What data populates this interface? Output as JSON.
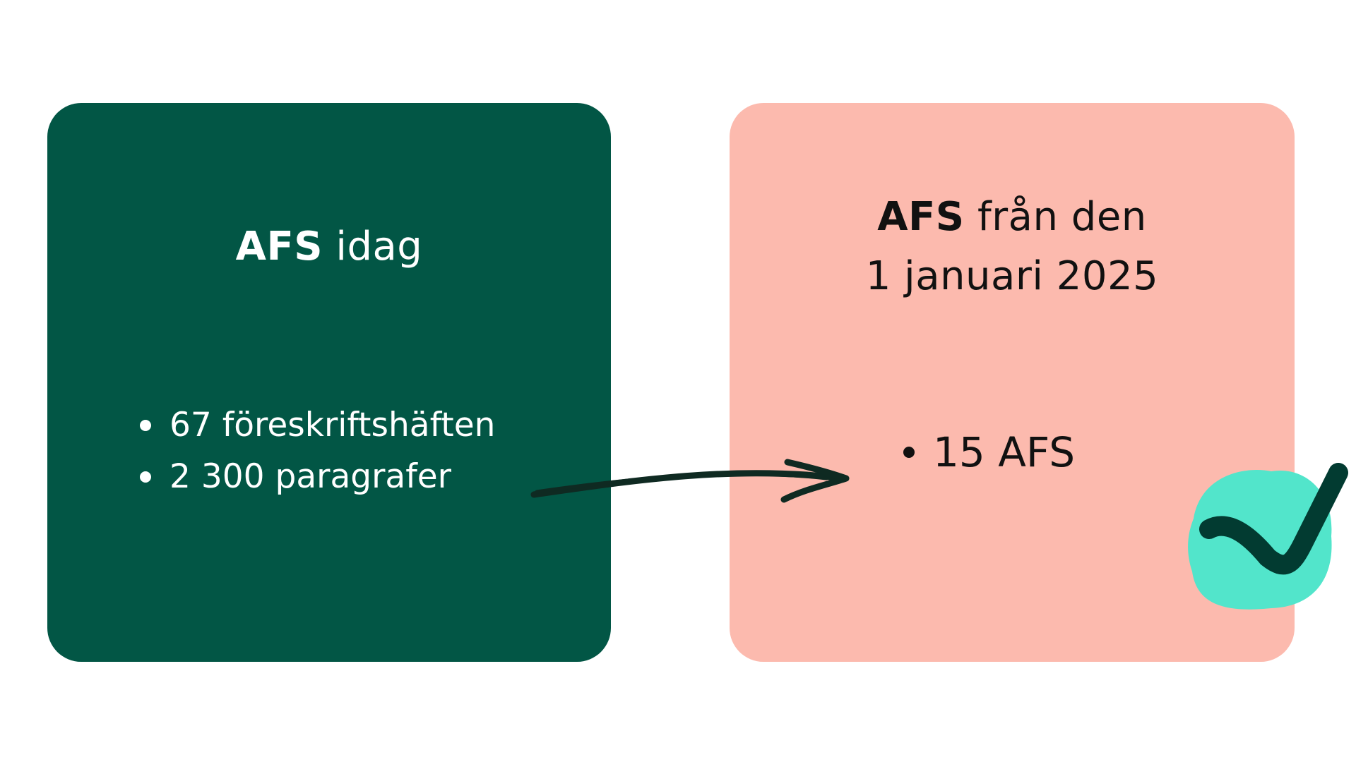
{
  "colors": {
    "left_card": "#025645",
    "right_card": "#FCBAAE",
    "arrow": "#0F2A22",
    "check_blob": "#52E5CB",
    "check_mark": "#023B31"
  },
  "left_card": {
    "title_bold": "AFS",
    "title_rest": " idag",
    "items": [
      "67 föreskriftshäften",
      "2 300 paragrafer"
    ]
  },
  "right_card": {
    "title_bold": "AFS",
    "title_line1_rest": " från den",
    "title_line2": "1 januari 2025",
    "items": [
      "15 AFS"
    ]
  },
  "icons": {
    "arrow": "hand-drawn-arrow-icon",
    "check": "checkmark-icon"
  }
}
